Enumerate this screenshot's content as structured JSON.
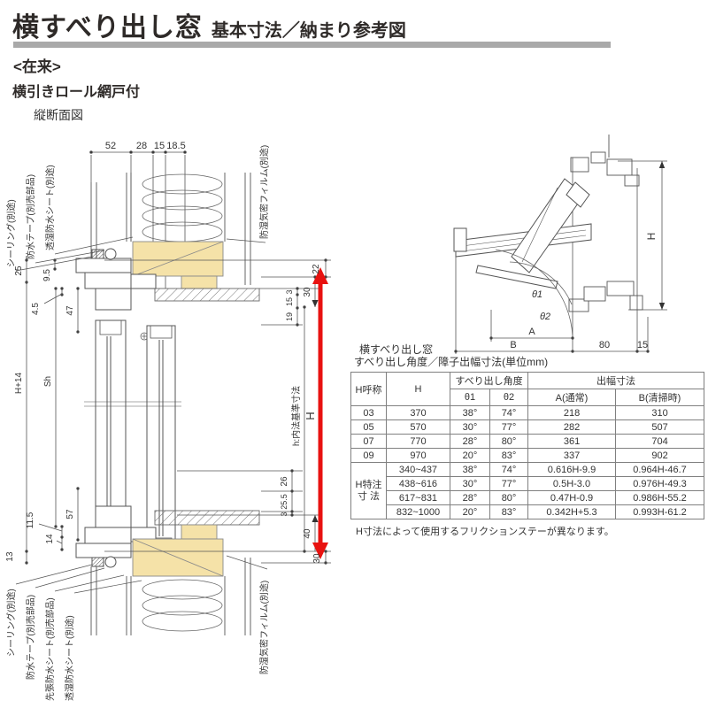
{
  "header": {
    "title_main": "横すべり出し窓",
    "title_sub": "基本寸法／納まり参考図",
    "tag": "<在来>",
    "subtitle": "横引きロール網戸付",
    "section_label": "縦断面図"
  },
  "colors": {
    "accent_red": "#e81210",
    "wood_tan": "#f5e2a8",
    "bar_gray": "#a9a9a9",
    "line_gray": "#555555"
  },
  "left_diagram": {
    "top_dims": [
      "52",
      "28",
      "15",
      "18.5"
    ],
    "left_dims": {
      "d25": "25",
      "d95": "9.5",
      "d45": "4.5",
      "d47": "47",
      "h14": "H+14",
      "sh": "Sh",
      "d57": "57",
      "d115": "11.5",
      "d14": "14",
      "d13": "13"
    },
    "right_dims": {
      "d22": "22",
      "d30_top": "30",
      "d3_top": "3",
      "d15": "15",
      "d19": "19",
      "h_inner": "h:内法基準寸法",
      "h": "H",
      "d26": "26",
      "d255": "25.5",
      "d3_bot": "3",
      "d40": "40",
      "d30_bot": "30"
    },
    "callouts_top": [
      "シーリング(別途)",
      "防水テープ(別売部品)",
      "透湿防水シート(別途)",
      "防湿気密フィルム(別途)"
    ],
    "callouts_bottom": [
      "シーリング(別途)",
      "防水テープ(別売部品)",
      "先張防水シート(別売部品)",
      "透湿防水シート(別途)",
      "防湿気密フィルム(別途)"
    ]
  },
  "right_diagram": {
    "labels": {
      "theta1": "θ1",
      "theta2": "θ2",
      "a": "A",
      "b": "B",
      "d80": "80",
      "d15": "15",
      "h": "H"
    }
  },
  "table": {
    "caption_line1": "横すべり出し窓",
    "caption_line2": "すべり出し角度／障子出幅寸法(単位mm)",
    "headers": {
      "h_name": "H呼称",
      "h": "H",
      "slide_angle": "すべり出し角度",
      "theta1": "θ1",
      "theta2": "θ2",
      "projection": "出幅寸法",
      "a_normal": "A(通常)",
      "b_clean": "B(清掃時)"
    },
    "rows": [
      [
        "03",
        "370",
        "38°",
        "74°",
        "218",
        "310"
      ],
      [
        "05",
        "570",
        "30°",
        "77°",
        "282",
        "507"
      ],
      [
        "07",
        "770",
        "28°",
        "80°",
        "361",
        "704"
      ],
      [
        "09",
        "970",
        "20°",
        "83°",
        "337",
        "902"
      ]
    ],
    "special_label_line1": "H特注",
    "special_label_line2": "寸 法",
    "special_rows": [
      [
        "340~437",
        "38°",
        "74°",
        "0.616H-9.9",
        "0.964H-46.7"
      ],
      [
        "438~616",
        "30°",
        "77°",
        "0.5H-3.0",
        "0.976H-49.3"
      ],
      [
        "617~831",
        "28°",
        "80°",
        "0.47H-0.9",
        "0.986H-55.2"
      ],
      [
        "832~1000",
        "20°",
        "83°",
        "0.342H+5.3",
        "0.993H-61.2"
      ]
    ],
    "note": "H寸法によって使用するフリクションステーが異なります。"
  }
}
